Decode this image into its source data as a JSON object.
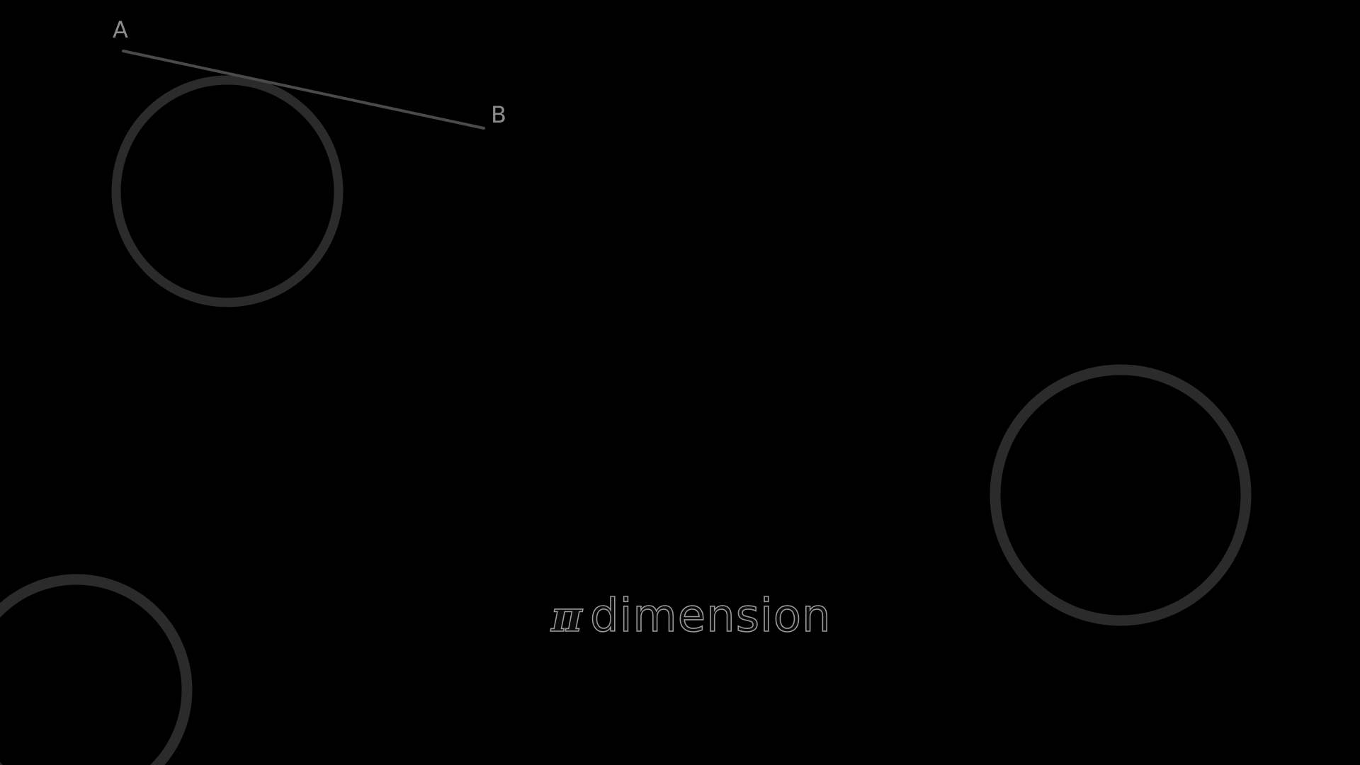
{
  "segment": {
    "start_label": "A",
    "end_label": "B"
  },
  "brand": {
    "symbol": "π",
    "word": "dimension"
  },
  "colors": {
    "background": "#000000",
    "circle_stroke": "#2b2b2b",
    "segment_stroke": "#4a4a4a",
    "label_text": "#8c8c8c"
  }
}
